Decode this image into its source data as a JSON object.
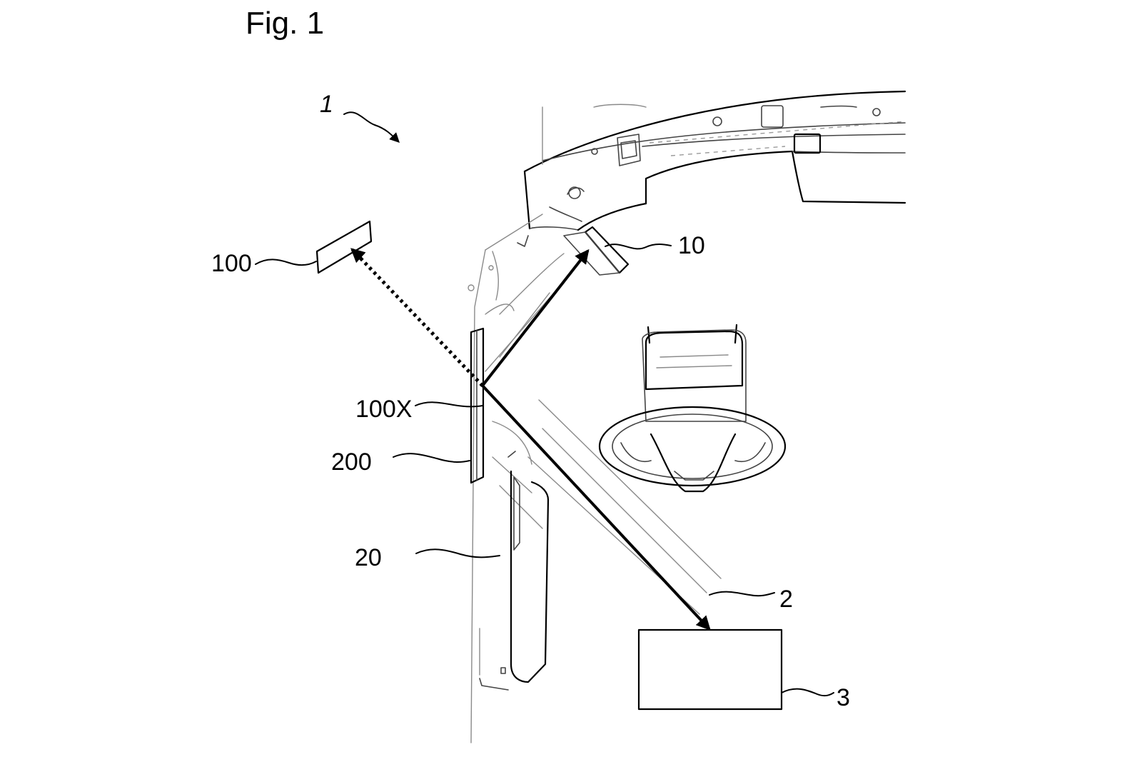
{
  "figure": {
    "title": "Fig. 1",
    "labels": {
      "system": "1",
      "virtual_image": "100",
      "projector": "10",
      "virtual_image_point": "100X",
      "reflector": "200",
      "pillar": "20",
      "vehicle": "2",
      "controller": "3"
    }
  },
  "colors": {
    "line": "#000000",
    "faint_line": "#8a8a8a",
    "background": "#ffffff"
  }
}
